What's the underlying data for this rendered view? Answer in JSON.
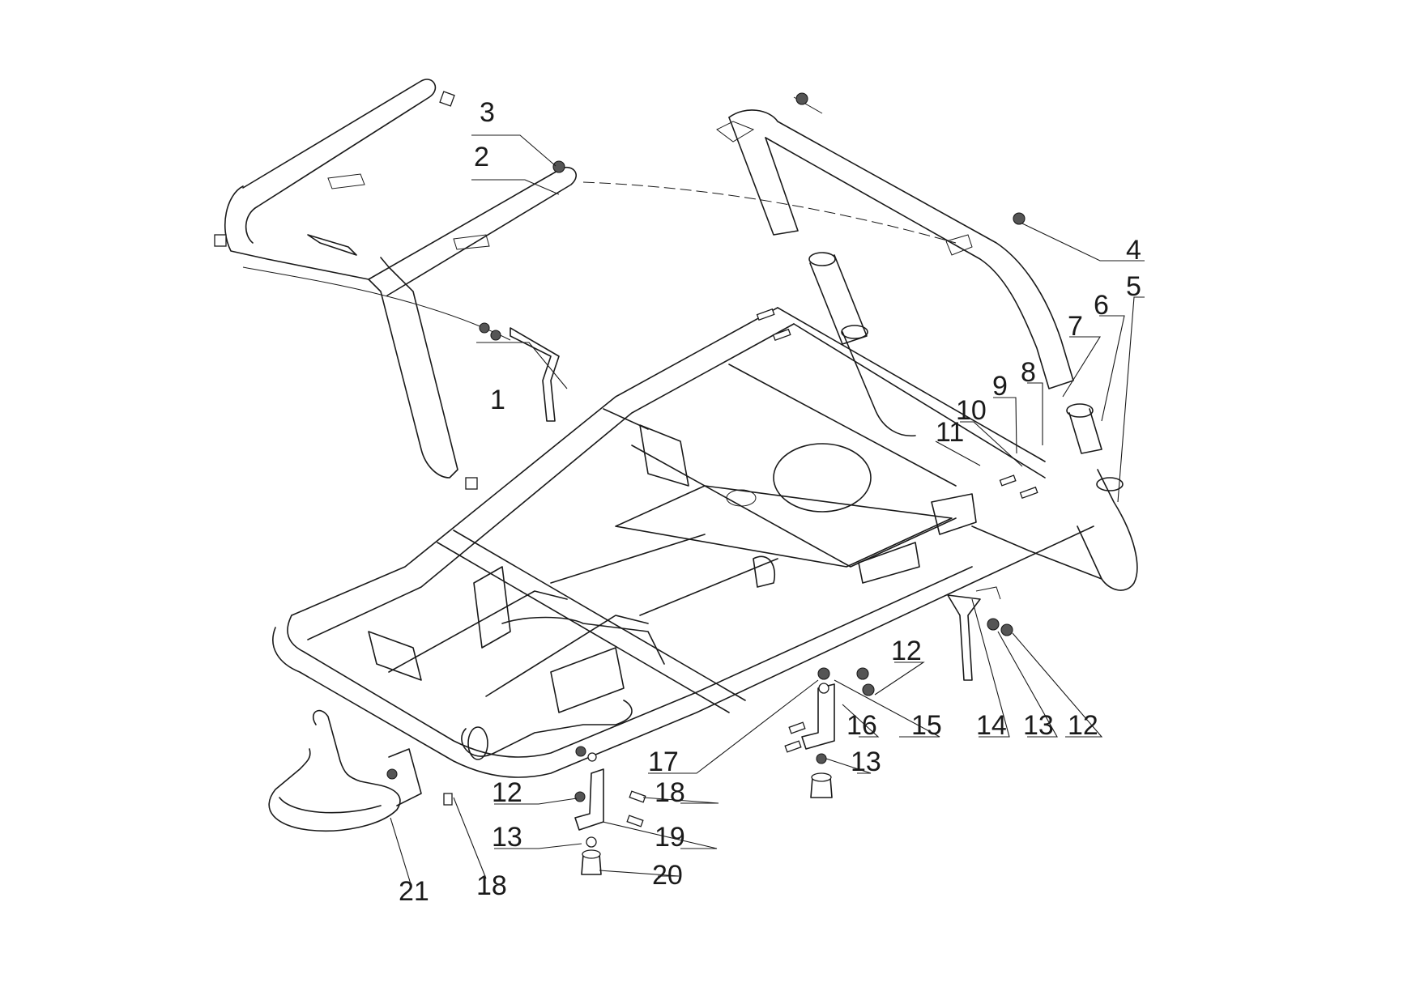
{
  "diagram": {
    "title": "Frame assembly exploded parts view",
    "callouts": [
      {
        "id": "c1",
        "label": "1"
      },
      {
        "id": "c2",
        "label": "2"
      },
      {
        "id": "c3",
        "label": "3"
      },
      {
        "id": "c4",
        "label": "4"
      },
      {
        "id": "c5",
        "label": "5"
      },
      {
        "id": "c6",
        "label": "6"
      },
      {
        "id": "c7",
        "label": "7"
      },
      {
        "id": "c8",
        "label": "8"
      },
      {
        "id": "c9",
        "label": "9"
      },
      {
        "id": "c10",
        "label": "10"
      },
      {
        "id": "c11",
        "label": "11"
      },
      {
        "id": "c12a",
        "label": "12"
      },
      {
        "id": "c12b",
        "label": "12"
      },
      {
        "id": "c12c",
        "label": "12"
      },
      {
        "id": "c13a",
        "label": "13"
      },
      {
        "id": "c13b",
        "label": "13"
      },
      {
        "id": "c13c",
        "label": "13"
      },
      {
        "id": "c14",
        "label": "14"
      },
      {
        "id": "c15",
        "label": "15"
      },
      {
        "id": "c16",
        "label": "16"
      },
      {
        "id": "c17",
        "label": "17"
      },
      {
        "id": "c18a",
        "label": "18"
      },
      {
        "id": "c18b",
        "label": "18"
      },
      {
        "id": "c19",
        "label": "19"
      },
      {
        "id": "c20",
        "label": "20"
      },
      {
        "id": "c21",
        "label": "21"
      }
    ],
    "colors": {
      "line": "#1a1a1a",
      "background": "#ffffff"
    }
  }
}
